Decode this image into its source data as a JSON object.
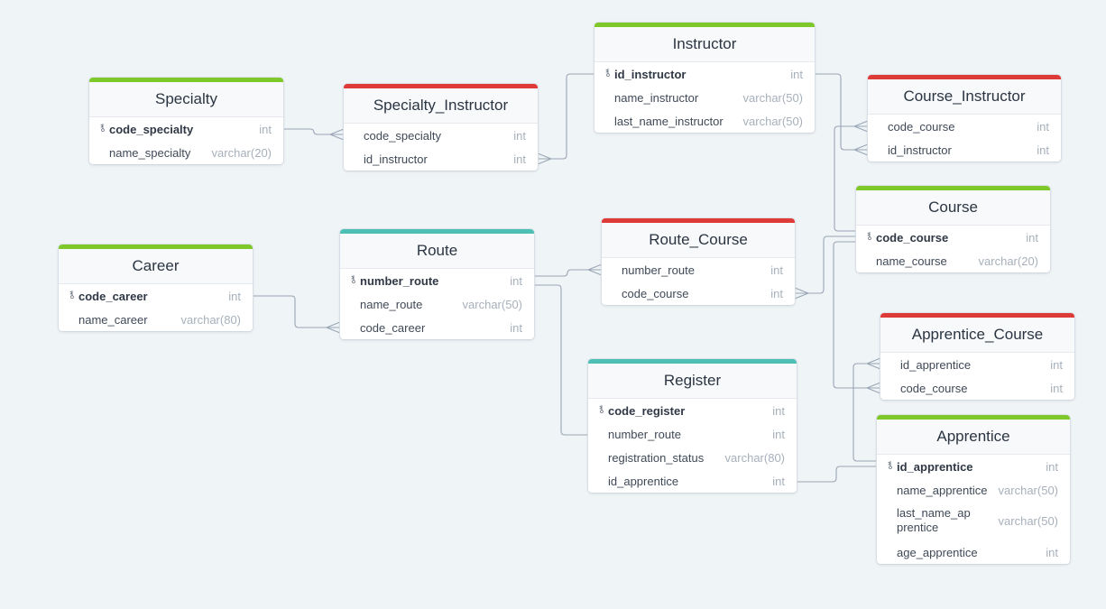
{
  "colors": {
    "green": "#7ec829",
    "red": "#dd3a38",
    "teal": "#4dbfb4"
  },
  "tables": {
    "instructor": {
      "name": "Instructor",
      "fields": [
        {
          "name": "id_instructor",
          "type": "int",
          "pk": true
        },
        {
          "name": "name_instructor",
          "type": "varchar(50)"
        },
        {
          "name": "last_name_instructor",
          "type": "varchar(50)"
        }
      ]
    },
    "specialty": {
      "name": "Specialty",
      "fields": [
        {
          "name": "code_specialty",
          "type": "int",
          "pk": true
        },
        {
          "name": "name_specialty",
          "type": "varchar(20)"
        }
      ]
    },
    "specialty_instructor": {
      "name": "Specialty_Instructor",
      "fields": [
        {
          "name": "code_specialty",
          "type": "int"
        },
        {
          "name": "id_instructor",
          "type": "int"
        }
      ]
    },
    "course_instructor": {
      "name": "Course_Instructor",
      "fields": [
        {
          "name": "code_course",
          "type": "int"
        },
        {
          "name": "id_instructor",
          "type": "int"
        }
      ]
    },
    "course": {
      "name": "Course",
      "fields": [
        {
          "name": "code_course",
          "type": "int",
          "pk": true
        },
        {
          "name": "name_course",
          "type": "varchar(20)"
        }
      ]
    },
    "career": {
      "name": "Career",
      "fields": [
        {
          "name": "code_career",
          "type": "int",
          "pk": true
        },
        {
          "name": "name_career",
          "type": "varchar(80)"
        }
      ]
    },
    "route": {
      "name": "Route",
      "fields": [
        {
          "name": "number_route",
          "type": "int",
          "pk": true
        },
        {
          "name": "name_route",
          "type": "varchar(50)"
        },
        {
          "name": "code_career",
          "type": "int"
        }
      ]
    },
    "route_course": {
      "name": "Route_Course",
      "fields": [
        {
          "name": "number_route",
          "type": "int"
        },
        {
          "name": "code_course",
          "type": "int"
        }
      ]
    },
    "apprentice_course": {
      "name": "Apprentice_Course",
      "fields": [
        {
          "name": "id_apprentice",
          "type": "int"
        },
        {
          "name": "code_course",
          "type": "int"
        }
      ]
    },
    "register": {
      "name": "Register",
      "fields": [
        {
          "name": "code_register",
          "type": "int",
          "pk": true
        },
        {
          "name": "number_route",
          "type": "int"
        },
        {
          "name": "registration_status",
          "type": "varchar(80)"
        },
        {
          "name": "id_apprentice",
          "type": "int"
        }
      ]
    },
    "apprentice": {
      "name": "Apprentice",
      "fields": [
        {
          "name": "id_apprentice",
          "type": "int",
          "pk": true
        },
        {
          "name": "name_apprentice",
          "type": "varchar(50)"
        },
        {
          "name": "last_name_apprentice",
          "type": "varchar(50)"
        },
        {
          "name": "age_apprentice",
          "type": "int"
        }
      ]
    }
  }
}
